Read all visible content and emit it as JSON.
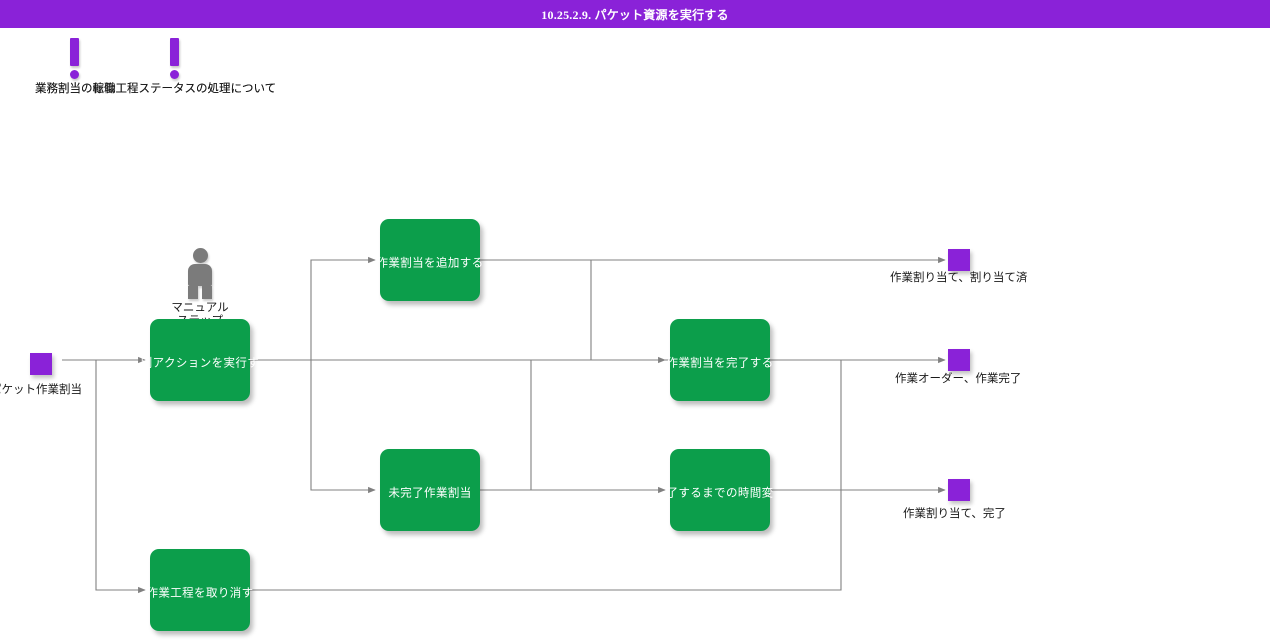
{
  "window": {
    "title": "10.25.2.9. パケット資源を実行する",
    "title_bar_color": "#8a22d8",
    "background_color": "#ffffff"
  },
  "palette": {
    "task_green": "#0c9e4b",
    "event_purple": "#8a22d8",
    "connector_gray": "#808080",
    "actor_gray": "#7b7b7b",
    "text_dark": "#1a1a1a",
    "task_text": "#ffffff"
  },
  "annotation": {
    "marker_icon": "exclamation-mark-icon",
    "marker_count": 2,
    "text_front": "業務割当の転職工程ステータスの処理について",
    "text_back": "業務割当の稼働工程ステータスの処理について"
  },
  "diagram": {
    "type": "workflow",
    "start_events": [
      {
        "id": "start-packet-work-assignment",
        "label": "パケット作業割当"
      }
    ],
    "actors": [
      {
        "id": "manual-step",
        "icon": "person-icon",
        "label_line1": "マニュアル",
        "label_line2": "ステップ"
      }
    ],
    "tasks": [
      {
        "id": "task-execute-other-action",
        "label": "別アクションを実行す"
      },
      {
        "id": "task-add-work-assignment",
        "label": "作業割当を追加する"
      },
      {
        "id": "task-incomplete-work-assignment",
        "label": "未完了作業割当"
      },
      {
        "id": "task-complete-work-assignment",
        "label": "作業割当を完了する"
      },
      {
        "id": "task-time-change-until-completion",
        "label": "了するまでの時間変"
      },
      {
        "id": "task-cancel-work-process",
        "label": "作業工程を取り消す"
      }
    ],
    "end_events": [
      {
        "id": "end-assignment-assigned",
        "label": "作業割り当て、割り当て済"
      },
      {
        "id": "end-work-order-completed",
        "label": "作業オーダー、作業完了"
      },
      {
        "id": "end-assignment-completed",
        "label": "作業割り当て、完了"
      }
    ]
  }
}
